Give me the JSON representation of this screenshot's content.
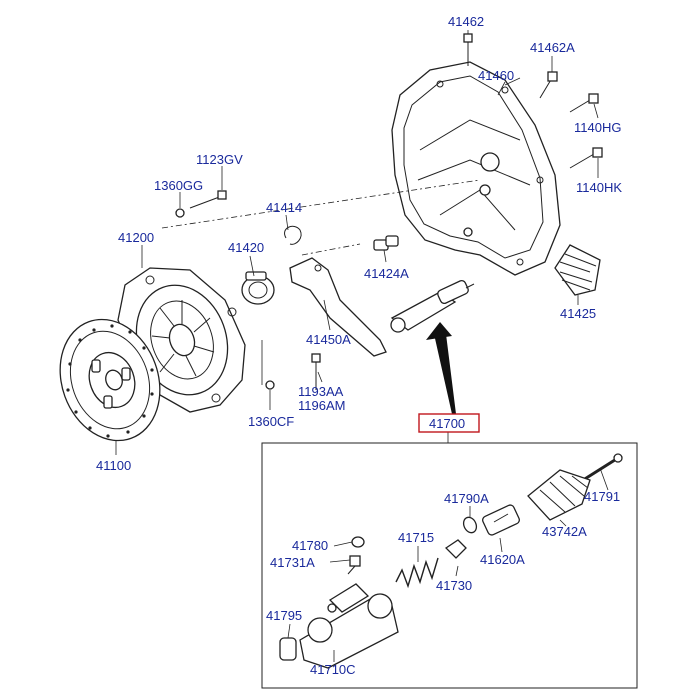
{
  "labels": {
    "l41462": "41462",
    "l41462A": "41462A",
    "l41460": "41460",
    "l1140HG": "1140HG",
    "l1140HK": "1140HK",
    "l1123GV": "1123GV",
    "l1360GG": "1360GG",
    "l41414": "41414",
    "l41200": "41200",
    "l41420": "41420",
    "l41424A": "41424A",
    "l41425": "41425",
    "l41450A": "41450A",
    "l1193AA": "1193AA",
    "l1196AM": "1196AM",
    "l1360CF": "1360CF",
    "l41100": "41100",
    "l41700": "41700",
    "l41790A": "41790A",
    "l41791": "41791",
    "l43742A": "43742A",
    "l41620A": "41620A",
    "l41780": "41780",
    "l41731A": "41731A",
    "l41715": "41715",
    "l41730": "41730",
    "l41795": "41795",
    "l41710C": "41710C"
  },
  "colors": {
    "label_text": "#1a2a9c",
    "callout_box": "#c0161d",
    "line_art": "#222222"
  }
}
